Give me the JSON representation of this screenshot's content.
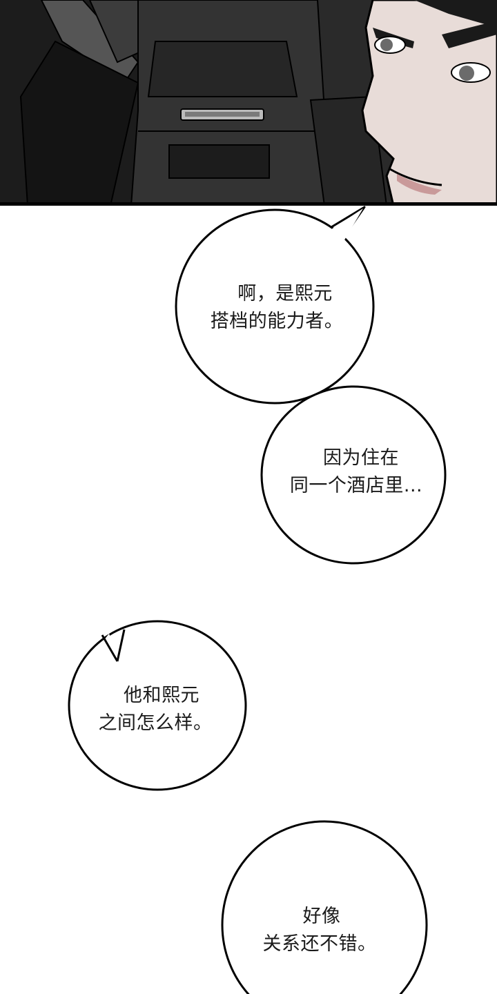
{
  "comic": {
    "panel": {
      "description_icon": "car-interior-illustration",
      "colors": {
        "dark_bg": "#2b2b2b",
        "seat": "#1f1f1f",
        "console": "#3a3a3a",
        "skin": "#e8dcd8",
        "border": "#000000"
      }
    },
    "bubbles": [
      {
        "lines": [
          "啊，是熙元",
          "搭档的能力者。"
        ]
      },
      {
        "lines": [
          "因为住在",
          "同一个酒店里..."
        ]
      },
      {
        "lines": [
          "他和熙元",
          "之间怎么样。"
        ]
      },
      {
        "lines": [
          "好像",
          "关系还不错。"
        ]
      }
    ]
  }
}
